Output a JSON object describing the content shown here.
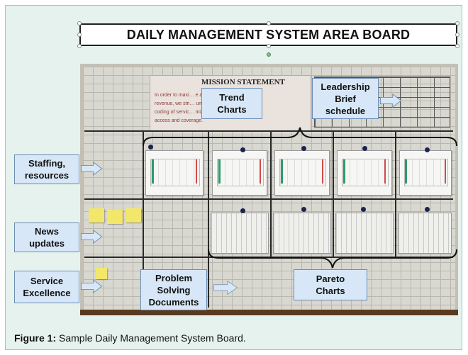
{
  "title": "DAILY MANAGEMENT SYSTEM AREA BOARD",
  "board": {
    "mission_title": "MISSION STATEMENT",
    "mission_text_lines": [
      "In order to maxi… e and maximize",
      "revenue, we stri… umentation and",
      "coding of servic… mizing insurance",
      "access and coverage."
    ]
  },
  "callouts": {
    "trend_charts": [
      "Trend",
      "Charts"
    ],
    "leadership": [
      "Leadership",
      "Brief",
      "schedule"
    ],
    "staffing": [
      "Staffing,",
      "resources"
    ],
    "news": [
      "News",
      "updates"
    ],
    "service": [
      "Service",
      "Excellence"
    ],
    "problem_solving": [
      "Problem",
      "Solving",
      "Documents"
    ],
    "pareto": [
      "Pareto",
      "Charts"
    ]
  },
  "caption": {
    "label": "Figure 1:",
    "text": " Sample Daily Management System Board."
  },
  "colors": {
    "frame_background": "#e6f2ee",
    "callout_fill": "#d7e7f7",
    "callout_border": "#6b8db3",
    "arrow_fill": "#d7e7f7"
  }
}
